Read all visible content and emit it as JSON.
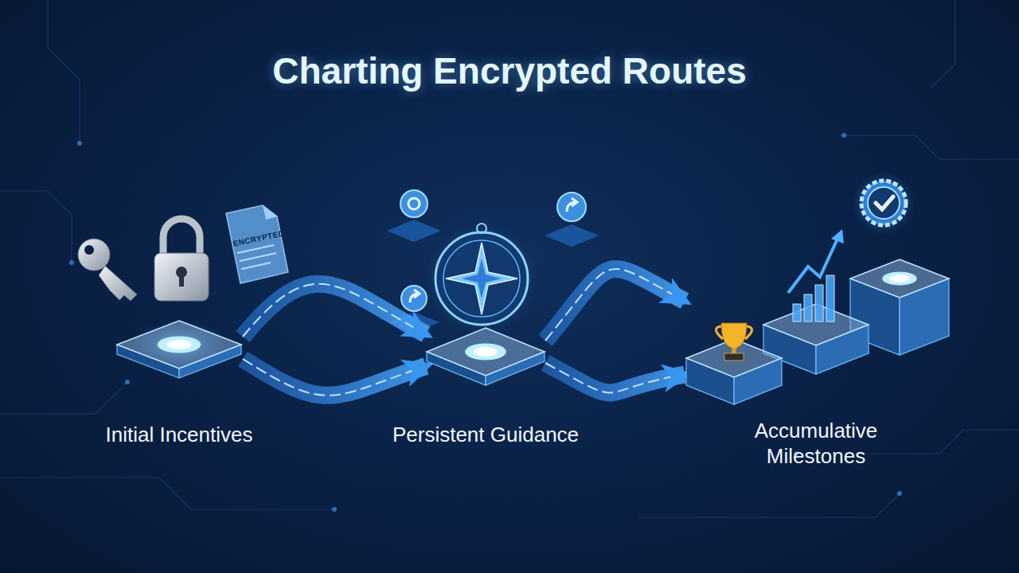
{
  "diagram": {
    "title": "Charting Encrypted Routes",
    "nodes": [
      {
        "text": [
          "Initial Incentives"
        ]
      },
      {
        "text": [
          "Persistent Guidance"
        ]
      },
      {
        "text": [
          "Accumulative Milestones"
        ]
      }
    ],
    "edges": [
      {
        "from": 0,
        "to": 1,
        "arrow": "to"
      },
      {
        "from": 0,
        "to": 1,
        "arrow": "to"
      },
      {
        "from": 1,
        "to": 2,
        "arrow": "to"
      },
      {
        "from": 1,
        "to": 2,
        "arrow": "to"
      }
    ],
    "labels": [
      "ENCRYPTED"
    ]
  }
}
